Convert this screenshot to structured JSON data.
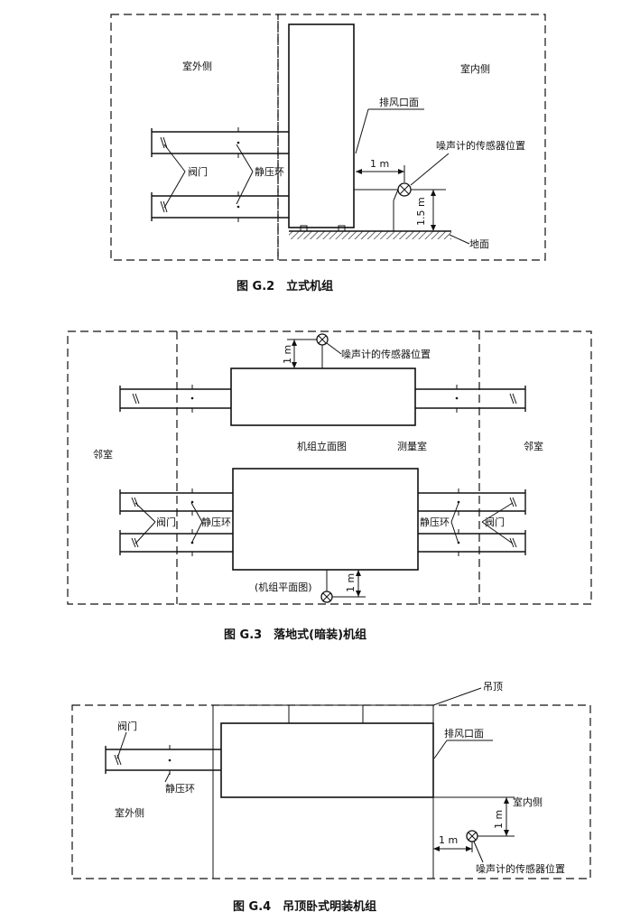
{
  "fig2": {
    "outdoor": "室外侧",
    "indoor": "室内侧",
    "exhaust_face": "排风口面",
    "sensor": "噪声计的传感器位置",
    "valve": "阀门",
    "ring": "静压环",
    "dist_h": "1 m",
    "dist_v": "1.5 m",
    "ground": "地面",
    "caption": "图 G.2　立式机组"
  },
  "fig3": {
    "dist_top": "1 m",
    "sensor": "噪声计的传感器位置",
    "neighbor_left": "邻室",
    "elevation": "机组立面图",
    "measure_room": "测量室",
    "neighbor_right": "邻室",
    "valve_left": "阀门",
    "ring_left": "静压环",
    "ring_right": "静压环",
    "valve_right": "阀门",
    "plan": "(机组平面图)",
    "dist_bottom": "1 m",
    "caption": "图 G.3　落地式(暗装)机组"
  },
  "fig4": {
    "ceiling": "吊顶",
    "valve": "阀门",
    "exhaust_face": "排风口面",
    "ring": "静压环",
    "outdoor": "室外侧",
    "indoor": "室内侧",
    "dist_v": "1 m",
    "dist_h": "1 m",
    "sensor": "噪声计的传感器位置",
    "caption": "图 G.4　吊顶卧式明装机组"
  }
}
